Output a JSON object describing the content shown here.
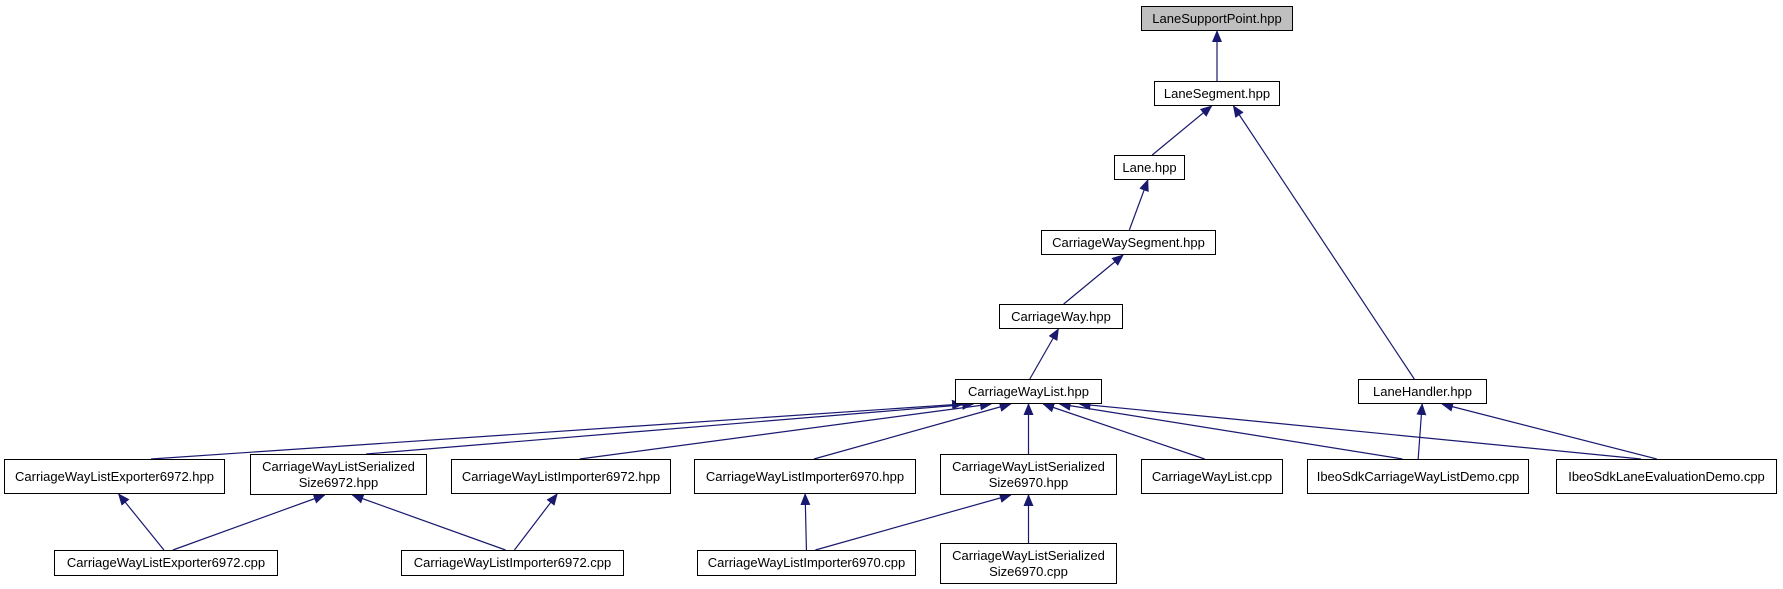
{
  "diagram": {
    "type": "include-dependency-graph",
    "edge_color": "#191970",
    "root_fill": "#bfbfbf",
    "nodes": [
      {
        "id": "lanesupportpoint_hpp",
        "label": "LaneSupportPoint.hpp"
      },
      {
        "id": "lanesegment_hpp",
        "label": "LaneSegment.hpp"
      },
      {
        "id": "lane_hpp",
        "label": "Lane.hpp"
      },
      {
        "id": "carriagewaysegment_hpp",
        "label": "CarriageWaySegment.hpp"
      },
      {
        "id": "carriageway_hpp",
        "label": "CarriageWay.hpp"
      },
      {
        "id": "carriagewaylist_hpp",
        "label": "CarriageWayList.hpp"
      },
      {
        "id": "lanehandler_hpp",
        "label": "LaneHandler.hpp"
      },
      {
        "id": "exporter6972_hpp",
        "label": "CarriageWayListExporter6972.hpp"
      },
      {
        "id": "serialized6972_hpp",
        "label": "CarriageWayListSerialized\nSize6972.hpp"
      },
      {
        "id": "importer6972_hpp",
        "label": "CarriageWayListImporter6972.hpp"
      },
      {
        "id": "importer6970_hpp",
        "label": "CarriageWayListImporter6970.hpp"
      },
      {
        "id": "serialized6970_hpp",
        "label": "CarriageWayListSerialized\nSize6970.hpp"
      },
      {
        "id": "carriagewaylist_cpp",
        "label": "CarriageWayList.cpp"
      },
      {
        "id": "listdemo_cpp",
        "label": "IbeoSdkCarriageWayListDemo.cpp"
      },
      {
        "id": "laneevaldemo_cpp",
        "label": "IbeoSdkLaneEvaluationDemo.cpp"
      },
      {
        "id": "exporter6972_cpp",
        "label": "CarriageWayListExporter6972.cpp"
      },
      {
        "id": "importer6972_cpp",
        "label": "CarriageWayListImporter6972.cpp"
      },
      {
        "id": "importer6970_cpp",
        "label": "CarriageWayListImporter6970.cpp"
      },
      {
        "id": "serialized6970_cpp",
        "label": "CarriageWayListSerialized\nSize6970.cpp"
      }
    ],
    "edges": [
      {
        "from": "lanesegment_hpp",
        "to": "lanesupportpoint_hpp"
      },
      {
        "from": "lane_hpp",
        "to": "lanesegment_hpp"
      },
      {
        "from": "lanehandler_hpp",
        "to": "lanesegment_hpp"
      },
      {
        "from": "carriagewaysegment_hpp",
        "to": "lane_hpp"
      },
      {
        "from": "carriageway_hpp",
        "to": "carriagewaysegment_hpp"
      },
      {
        "from": "carriagewaylist_hpp",
        "to": "carriageway_hpp"
      },
      {
        "from": "exporter6972_hpp",
        "to": "carriagewaylist_hpp"
      },
      {
        "from": "serialized6972_hpp",
        "to": "carriagewaylist_hpp"
      },
      {
        "from": "importer6972_hpp",
        "to": "carriagewaylist_hpp"
      },
      {
        "from": "importer6970_hpp",
        "to": "carriagewaylist_hpp"
      },
      {
        "from": "serialized6970_hpp",
        "to": "carriagewaylist_hpp"
      },
      {
        "from": "carriagewaylist_cpp",
        "to": "carriagewaylist_hpp"
      },
      {
        "from": "listdemo_cpp",
        "to": "carriagewaylist_hpp"
      },
      {
        "from": "laneevaldemo_cpp",
        "to": "carriagewaylist_hpp"
      },
      {
        "from": "listdemo_cpp",
        "to": "lanehandler_hpp"
      },
      {
        "from": "laneevaldemo_cpp",
        "to": "lanehandler_hpp"
      },
      {
        "from": "exporter6972_cpp",
        "to": "exporter6972_hpp"
      },
      {
        "from": "exporter6972_cpp",
        "to": "serialized6972_hpp"
      },
      {
        "from": "importer6972_cpp",
        "to": "serialized6972_hpp"
      },
      {
        "from": "importer6972_cpp",
        "to": "importer6972_hpp"
      },
      {
        "from": "importer6970_cpp",
        "to": "importer6970_hpp"
      },
      {
        "from": "importer6970_cpp",
        "to": "serialized6970_hpp"
      },
      {
        "from": "serialized6970_cpp",
        "to": "serialized6970_hpp"
      }
    ]
  }
}
